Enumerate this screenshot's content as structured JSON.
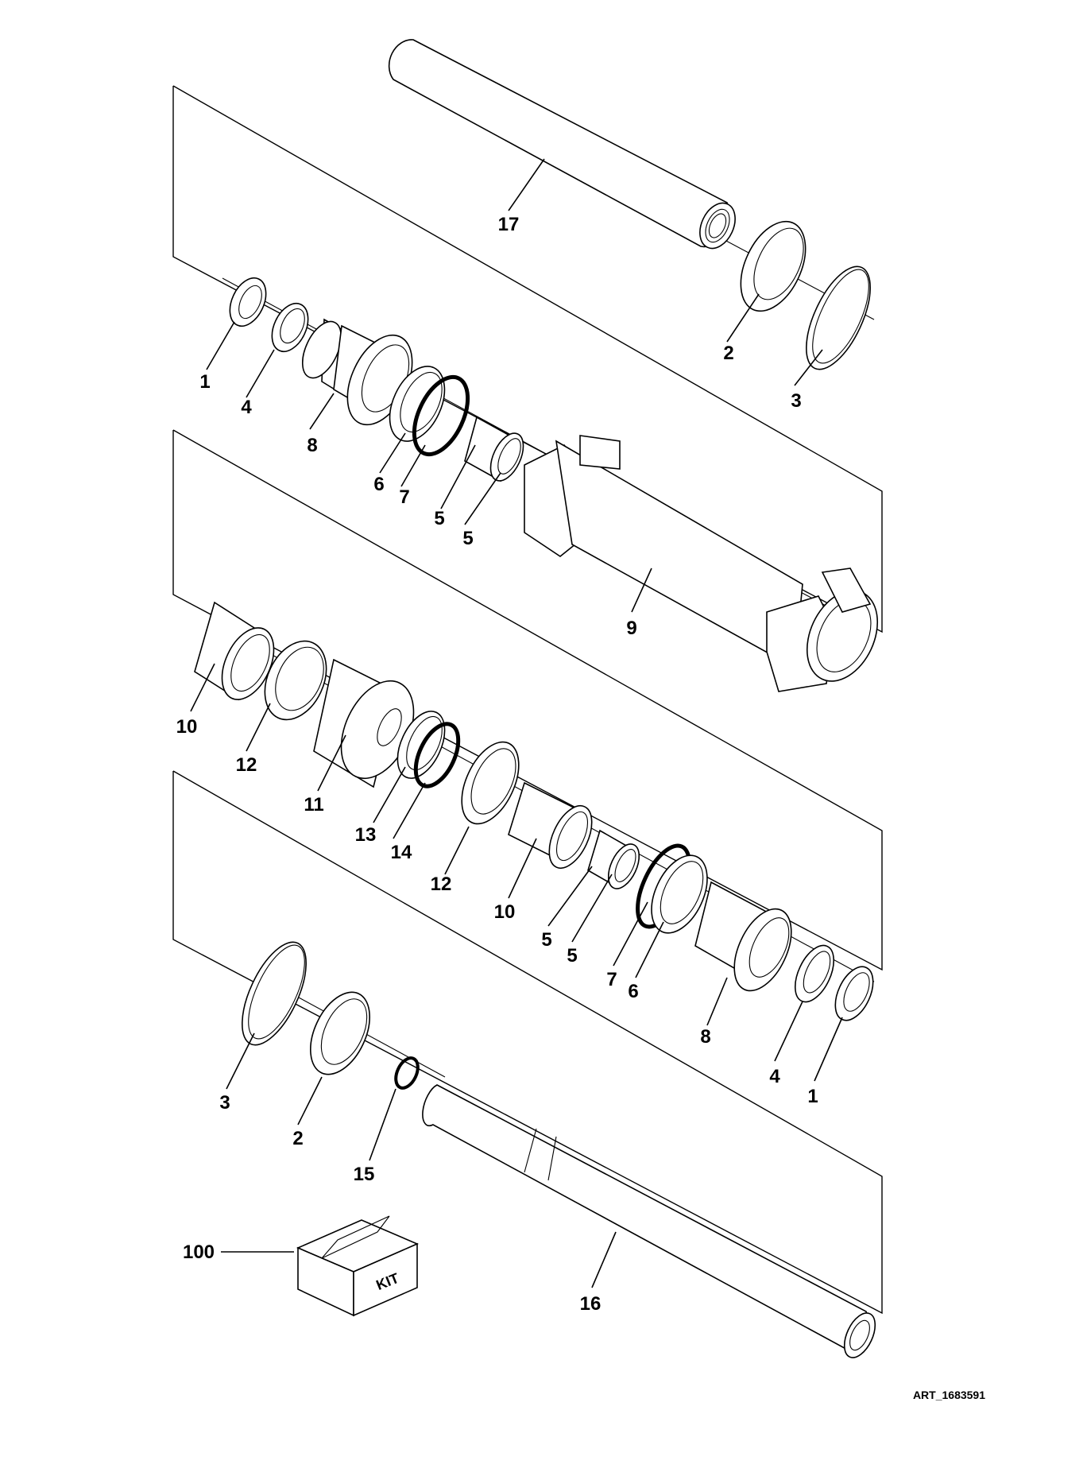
{
  "figure": {
    "art_reference": "ART_1683591",
    "kit_box_label": "KIT"
  },
  "callouts": [
    {
      "id": "c17a",
      "text": "17"
    },
    {
      "id": "c2a",
      "text": "2"
    },
    {
      "id": "c3a",
      "text": "3"
    },
    {
      "id": "c1a",
      "text": "1"
    },
    {
      "id": "c4a",
      "text": "4"
    },
    {
      "id": "c8a",
      "text": "8"
    },
    {
      "id": "c6a",
      "text": "6"
    },
    {
      "id": "c7a",
      "text": "7"
    },
    {
      "id": "c5a",
      "text": "5"
    },
    {
      "id": "c5b",
      "text": "5"
    },
    {
      "id": "c9",
      "text": "9"
    },
    {
      "id": "c10a",
      "text": "10"
    },
    {
      "id": "c12a",
      "text": "12"
    },
    {
      "id": "c11",
      "text": "11"
    },
    {
      "id": "c13",
      "text": "13"
    },
    {
      "id": "c14",
      "text": "14"
    },
    {
      "id": "c12b",
      "text": "12"
    },
    {
      "id": "c10b",
      "text": "10"
    },
    {
      "id": "c5c",
      "text": "5"
    },
    {
      "id": "c5d",
      "text": "5"
    },
    {
      "id": "c7b",
      "text": "7"
    },
    {
      "id": "c6b",
      "text": "6"
    },
    {
      "id": "c8b",
      "text": "8"
    },
    {
      "id": "c4b",
      "text": "4"
    },
    {
      "id": "c1b",
      "text": "1"
    },
    {
      "id": "c3b",
      "text": "3"
    },
    {
      "id": "c2b",
      "text": "2"
    },
    {
      "id": "c15",
      "text": "15"
    },
    {
      "id": "c16",
      "text": "16"
    },
    {
      "id": "c100",
      "text": "100"
    }
  ]
}
